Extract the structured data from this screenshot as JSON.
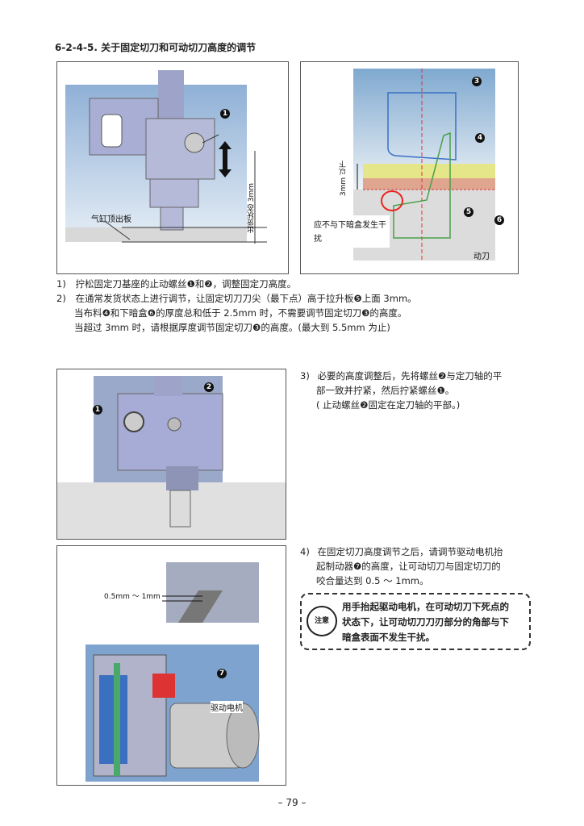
{
  "section_title": "6-2-4-5. 关于固定切刀和可动切刀高度的调节",
  "fig1": {
    "label_cylinder": "气缸顶出板",
    "label_shipping": "出货状态 3mm",
    "callout": "1"
  },
  "fig2": {
    "label_3mm": "3mm 以下",
    "label_interfere": "应不与下暗盒发生干扰",
    "label_moving_knife": "动刀",
    "callouts": [
      "3",
      "4",
      "5",
      "6"
    ]
  },
  "steps": [
    {
      "num": "1)",
      "lines": [
        "拧松固定刀基座的止动螺丝❶和❷，调整固定刀高度。"
      ]
    },
    {
      "num": "2)",
      "lines": [
        "在通常发货状态上进行调节，让固定切刀刀尖（最下点）高于拉升板❺上面 3mm。",
        "当布料❹和下暗盒❻的厚度总和低于 2.5mm 时，不需要调节固定切刀❸的高度。",
        "当超过 3mm 时，请根据厚度调节固定切刀❸的高度。(最大到 5.5mm 为止)"
      ]
    },
    {
      "num": "3)",
      "lines": [
        "必要的高度调整后，先将螺丝❷与定刀轴的平",
        "部一致并拧紧，然后拧紧螺丝❶。",
        "( 止动螺丝❷固定在定刀轴的平部。)"
      ]
    },
    {
      "num": "4)",
      "lines": [
        "在固定切刀高度调节之后，请调节驱动电机抬",
        "起制动器❼的高度，让可动切刀与固定切刀的",
        "咬合量达到 0.5 ～ 1mm。"
      ]
    }
  ],
  "fig3": {
    "callouts": [
      "1",
      "2"
    ]
  },
  "fig4": {
    "label_range": "0.5mm ～ 1mm",
    "label_motor": "驱动电机",
    "callout": "7"
  },
  "note": {
    "icon_text": "注意",
    "lines": [
      "用手抬起驱动电机，在可动切刀下死点的",
      "状态下，让可动切刀刀刃部分的角部与下",
      "暗盒表面不发生干扰。"
    ]
  },
  "page_number": "– 79 –"
}
